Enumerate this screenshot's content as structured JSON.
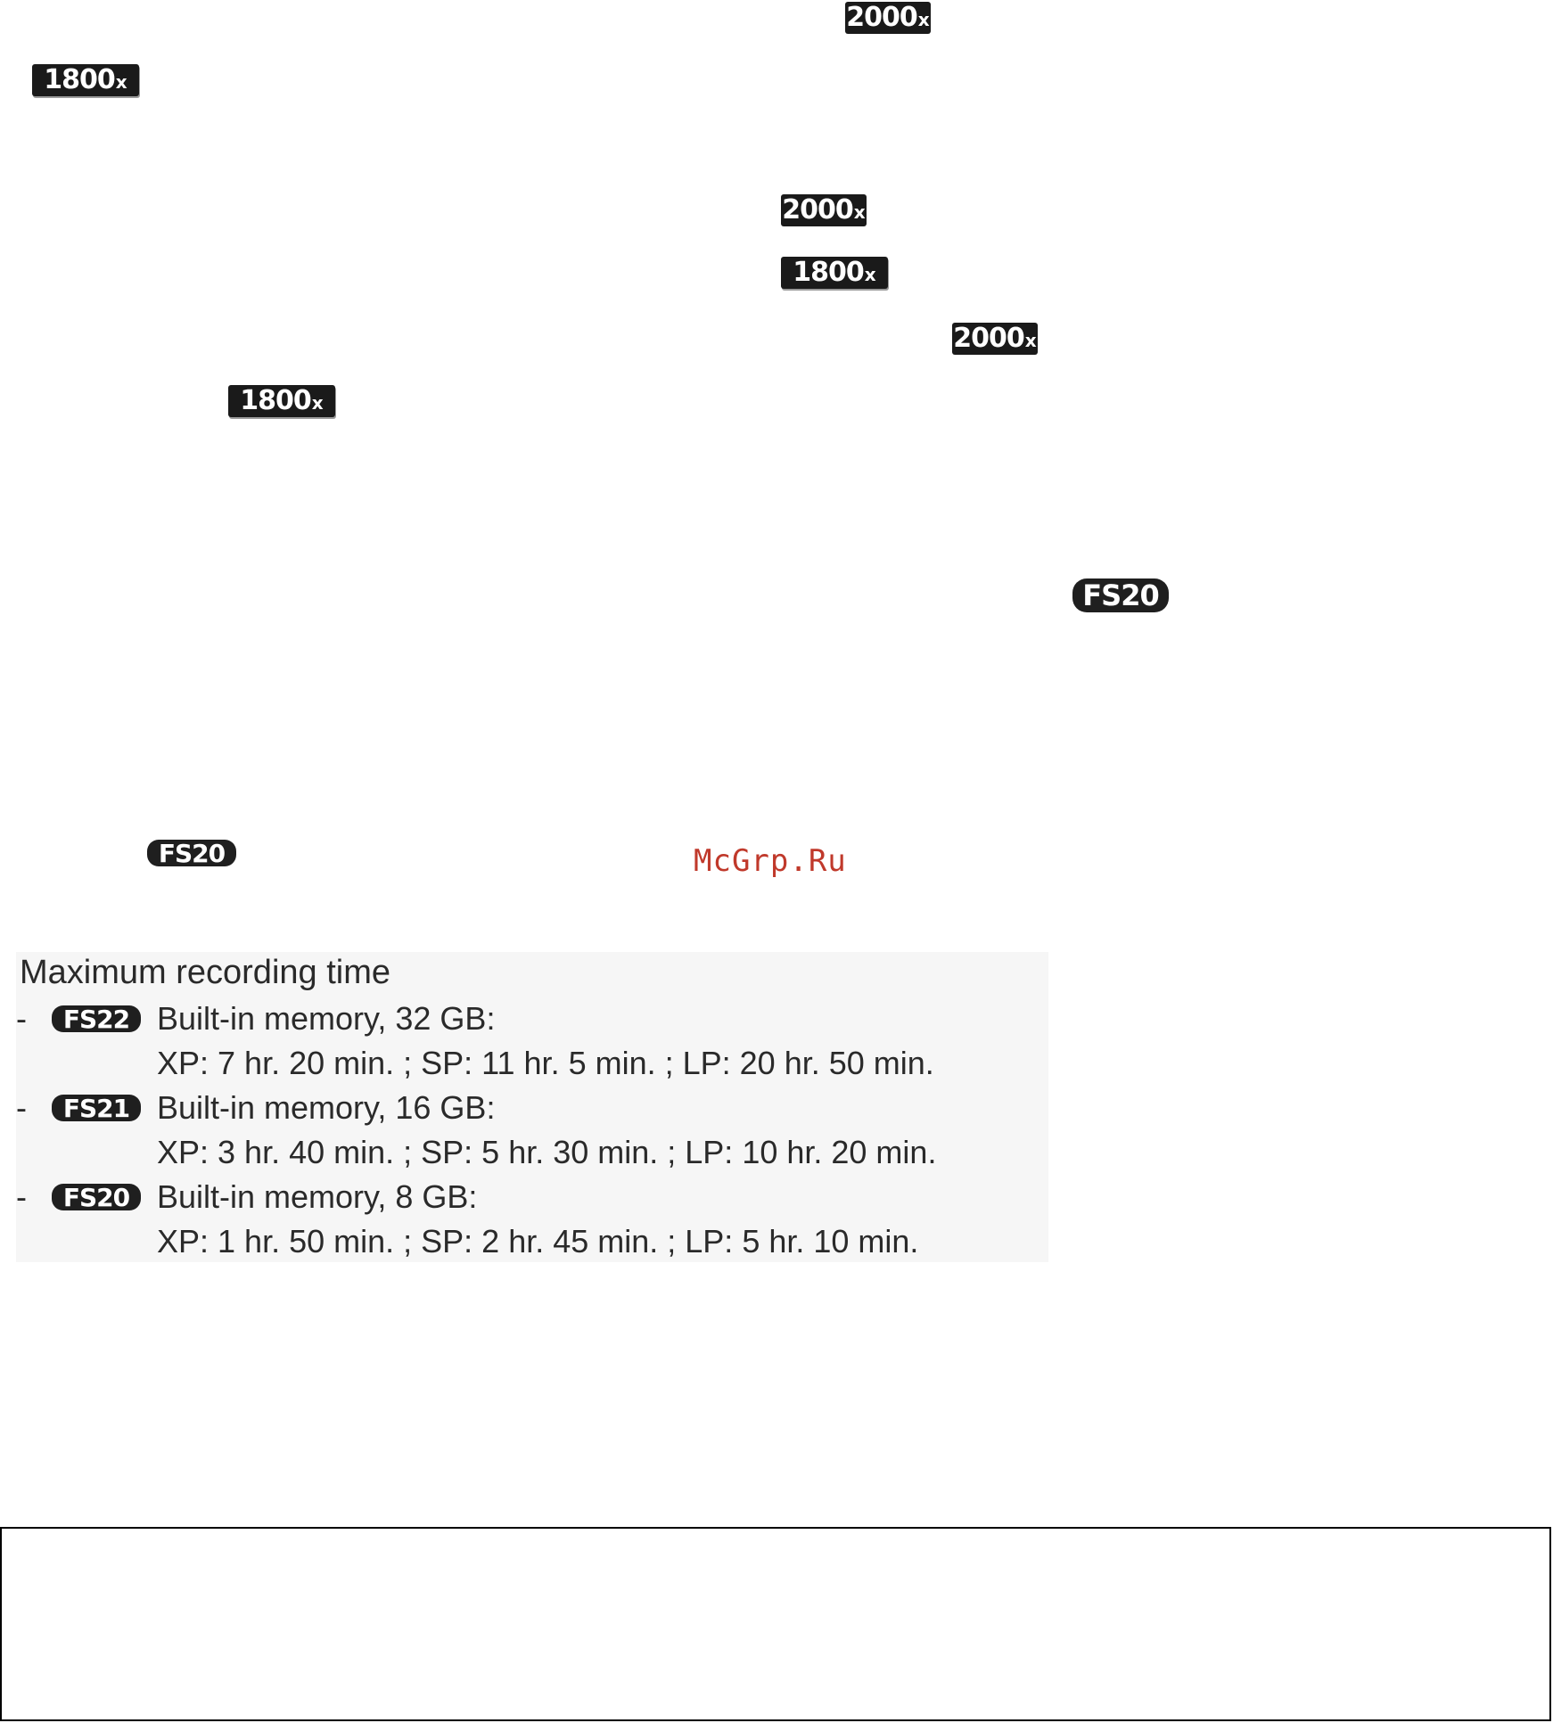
{
  "zoom_badges": {
    "b1": {
      "num": "2000",
      "suffix": "x"
    },
    "b2": {
      "num": "1800",
      "suffix": "x"
    },
    "b3": {
      "num": "2000",
      "suffix": "x"
    },
    "b4": {
      "num": "1800",
      "suffix": "x"
    },
    "b5": {
      "num": "2000",
      "suffix": "x"
    },
    "b6": {
      "num": "1800",
      "suffix": "x"
    }
  },
  "model_badges": {
    "m1": "FS20",
    "m2": "FS20"
  },
  "watermark": "McGrp.Ru",
  "recording": {
    "title": "Maximum recording time",
    "items": [
      {
        "dash": "-",
        "model": "FS22",
        "label": "Built-in memory, 32 GB:",
        "times": "XP: 7 hr. 20 min. ; SP: 11 hr. 5 min. ; LP: 20 hr. 50 min."
      },
      {
        "dash": "-",
        "model": "FS21",
        "label": "Built-in memory, 16 GB:",
        "times": "XP: 3 hr. 40 min. ; SP: 5 hr. 30 min. ; LP: 10 hr. 20 min."
      },
      {
        "dash": "-",
        "model": "FS20",
        "label": "Built-in memory, 8 GB:",
        "times": "XP: 1 hr. 50 min. ; SP: 2 hr. 45 min. ; LP: 5 hr. 10 min."
      }
    ]
  }
}
